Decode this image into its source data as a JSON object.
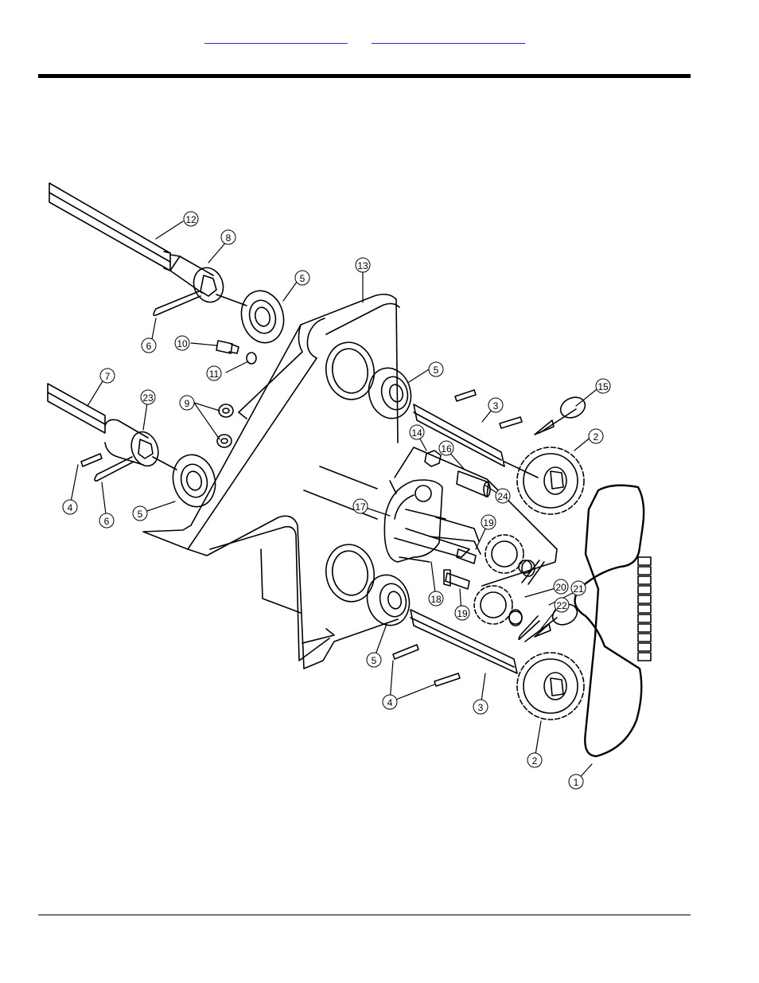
{
  "header": {
    "link_left": "",
    "link_right": ""
  },
  "callouts": [
    {
      "id": "c12",
      "label": "12"
    },
    {
      "id": "c8",
      "label": "8"
    },
    {
      "id": "c6a",
      "label": "6"
    },
    {
      "id": "c5a",
      "label": "5"
    },
    {
      "id": "c13",
      "label": "13"
    },
    {
      "id": "c10",
      "label": "10"
    },
    {
      "id": "c11",
      "label": "11"
    },
    {
      "id": "c7",
      "label": "7"
    },
    {
      "id": "c23",
      "label": "23"
    },
    {
      "id": "c9",
      "label": "9"
    },
    {
      "id": "c5b",
      "label": "5"
    },
    {
      "id": "c15",
      "label": "15"
    },
    {
      "id": "c3a",
      "label": "3"
    },
    {
      "id": "c2a",
      "label": "2"
    },
    {
      "id": "c14",
      "label": "14"
    },
    {
      "id": "c16",
      "label": "16"
    },
    {
      "id": "c24",
      "label": "24"
    },
    {
      "id": "c4a",
      "label": "4"
    },
    {
      "id": "c6b",
      "label": "6"
    },
    {
      "id": "c5c",
      "label": "5"
    },
    {
      "id": "c17",
      "label": "17"
    },
    {
      "id": "c19a",
      "label": "19"
    },
    {
      "id": "c18",
      "label": "18"
    },
    {
      "id": "c19b",
      "label": "19"
    },
    {
      "id": "c20",
      "label": "20"
    },
    {
      "id": "c21",
      "label": "21"
    },
    {
      "id": "c22",
      "label": "22"
    },
    {
      "id": "c5d",
      "label": "5"
    },
    {
      "id": "c4b",
      "label": "4"
    },
    {
      "id": "c3b",
      "label": "3"
    },
    {
      "id": "c2b",
      "label": "2"
    },
    {
      "id": "c1",
      "label": "1"
    }
  ]
}
